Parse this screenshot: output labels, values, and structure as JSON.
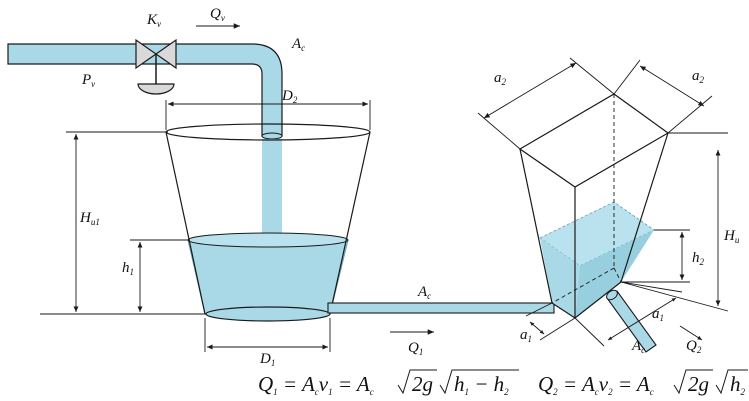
{
  "colors": {
    "water": "#a9d8e6",
    "water_edge": "#5f9fb4",
    "line": "#1a1a1a",
    "valve": "#d9d9d9"
  },
  "labels": {
    "Kv": {
      "main": "K",
      "sub": "v"
    },
    "Qv": {
      "main": "Q",
      "sub": "v"
    },
    "Ac_top": {
      "main": "A",
      "sub": "c"
    },
    "Pv": {
      "main": "P",
      "sub": "v"
    },
    "D2": {
      "main": "D",
      "sub": "2"
    },
    "Hu1": {
      "main": "H",
      "sub": "u1"
    },
    "h1": {
      "main": "h",
      "sub": "1"
    },
    "D1": {
      "main": "D",
      "sub": "1"
    },
    "Ac_pipe": {
      "main": "A",
      "sub": "c"
    },
    "Q1": {
      "main": "Q",
      "sub": "1"
    },
    "a2_left": {
      "main": "a",
      "sub": "2"
    },
    "a2_right": {
      "main": "a",
      "sub": "2"
    },
    "Hu": {
      "main": "H",
      "sub": "u"
    },
    "h2": {
      "main": "h",
      "sub": "2"
    },
    "a1_left": {
      "main": "a",
      "sub": "1"
    },
    "a1_right": {
      "main": "a",
      "sub": "1"
    },
    "Ac_out": {
      "main": "A",
      "sub": "c"
    },
    "Q2": {
      "main": "Q",
      "sub": "2"
    }
  },
  "equations": {
    "eq1": {
      "lhs": {
        "main": "Q",
        "sub": "1"
      },
      "t1": {
        "main": "A",
        "sub": "c",
        "rest": "v",
        "restsub": "1"
      },
      "t2": {
        "main": "A",
        "sub": "c"
      },
      "root1": "2g",
      "root2": {
        "a": "h",
        "asub": "1",
        "op": " − ",
        "b": "h",
        "bsub": "2"
      }
    },
    "eq2": {
      "lhs": {
        "main": "Q",
        "sub": "2"
      },
      "t1": {
        "main": "A",
        "sub": "c",
        "rest": "v",
        "restsub": "2"
      },
      "t2": {
        "main": "A",
        "sub": "c"
      },
      "root1": "2g",
      "root2": {
        "a": "h",
        "asub": "2"
      }
    }
  }
}
